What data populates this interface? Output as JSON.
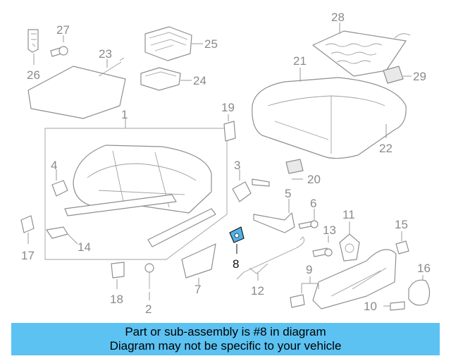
{
  "diagram": {
    "callouts": {
      "c1": "1",
      "c2": "2",
      "c3": "3",
      "c4": "4",
      "c5": "5",
      "c6": "6",
      "c7": "7",
      "c8": "8",
      "c9": "9",
      "c10": "10",
      "c11": "11",
      "c12": "12",
      "c13": "13",
      "c14": "14",
      "c15": "15",
      "c16": "16",
      "c17": "17",
      "c18": "18",
      "c19": "19",
      "c20": "20",
      "c21": "21",
      "c22": "22",
      "c23": "23",
      "c24": "24",
      "c25": "25",
      "c26": "26",
      "c27": "27",
      "c28": "28",
      "c29": "29"
    },
    "highlighted_part": "8",
    "colors": {
      "highlight": "#4fb3e8",
      "banner": "#5bc2f2",
      "line": "#8f8f8f"
    }
  },
  "banner": {
    "line1": "Part or sub-assembly is #8 in diagram",
    "line2": "Diagram may not be specific to your vehicle"
  }
}
